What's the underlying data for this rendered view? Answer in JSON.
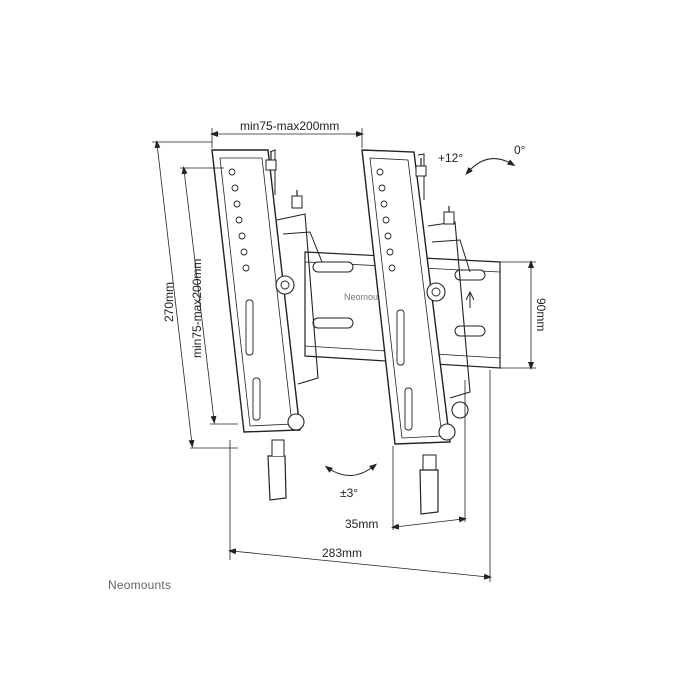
{
  "dimensions": {
    "top_width": "min75-max200mm",
    "left_height": "270mm",
    "inner_height": "min75-max200mm",
    "right_height": "90mm",
    "depth": "35mm",
    "total_width": "283mm"
  },
  "angles": {
    "tilt": "+12°",
    "zero": "0°",
    "swivel": "±3°"
  },
  "product_plate_label": "Neomounts",
  "brand": "Neomounts"
}
